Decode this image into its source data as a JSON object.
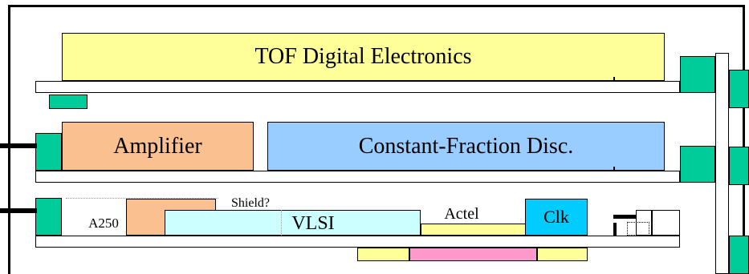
{
  "colors": {
    "tof": "#ffff99",
    "amplifier": "#fac090",
    "cfd": "#99ccff",
    "vlsi": "#ccffff",
    "actel": "#ffff99",
    "clk": "#00ccff",
    "a250": "#fac090",
    "connector": "#00cc99",
    "pink": "#ff99cc",
    "yellow_strip": "#ffff99"
  },
  "labels": {
    "tof_digital": "TOF Digital Electronics",
    "amplifier": "Amplifier",
    "cfd": "Constant-Fraction Disc.",
    "shield": "Shield?",
    "vlsi": "VLSI",
    "actel": "Actel",
    "clk": "Clk",
    "a250": "A250"
  }
}
